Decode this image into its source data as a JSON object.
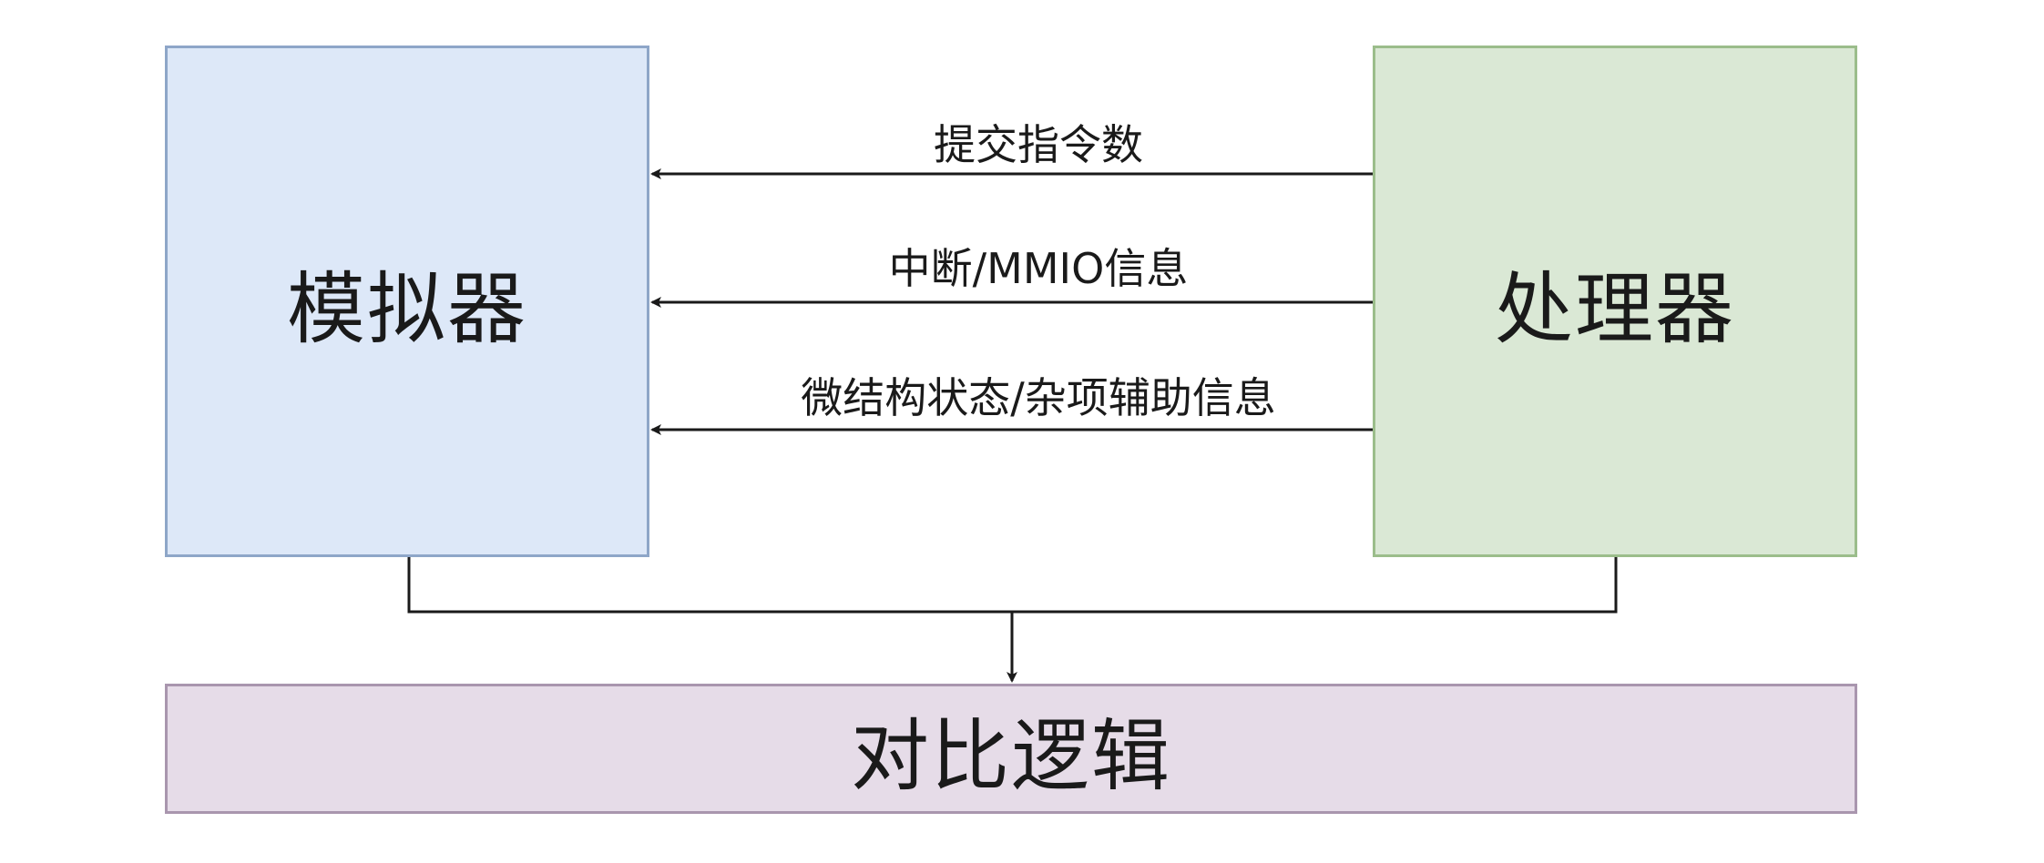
{
  "nodes": {
    "simulator": "模拟器",
    "processor": "处理器",
    "compare": "对比逻辑"
  },
  "edges": {
    "commit": "提交指令数",
    "interrupt": "中断/MMIO信息",
    "uarch": "微结构状态/杂项辅助信息"
  },
  "colors": {
    "simulator_fill": "#dde8f8",
    "simulator_border": "#8ea6c8",
    "processor_fill": "#dae8d5",
    "processor_border": "#9bbd8b",
    "compare_fill": "#e6dce8",
    "compare_border": "#a996ae",
    "line": "#1a1a1a"
  }
}
